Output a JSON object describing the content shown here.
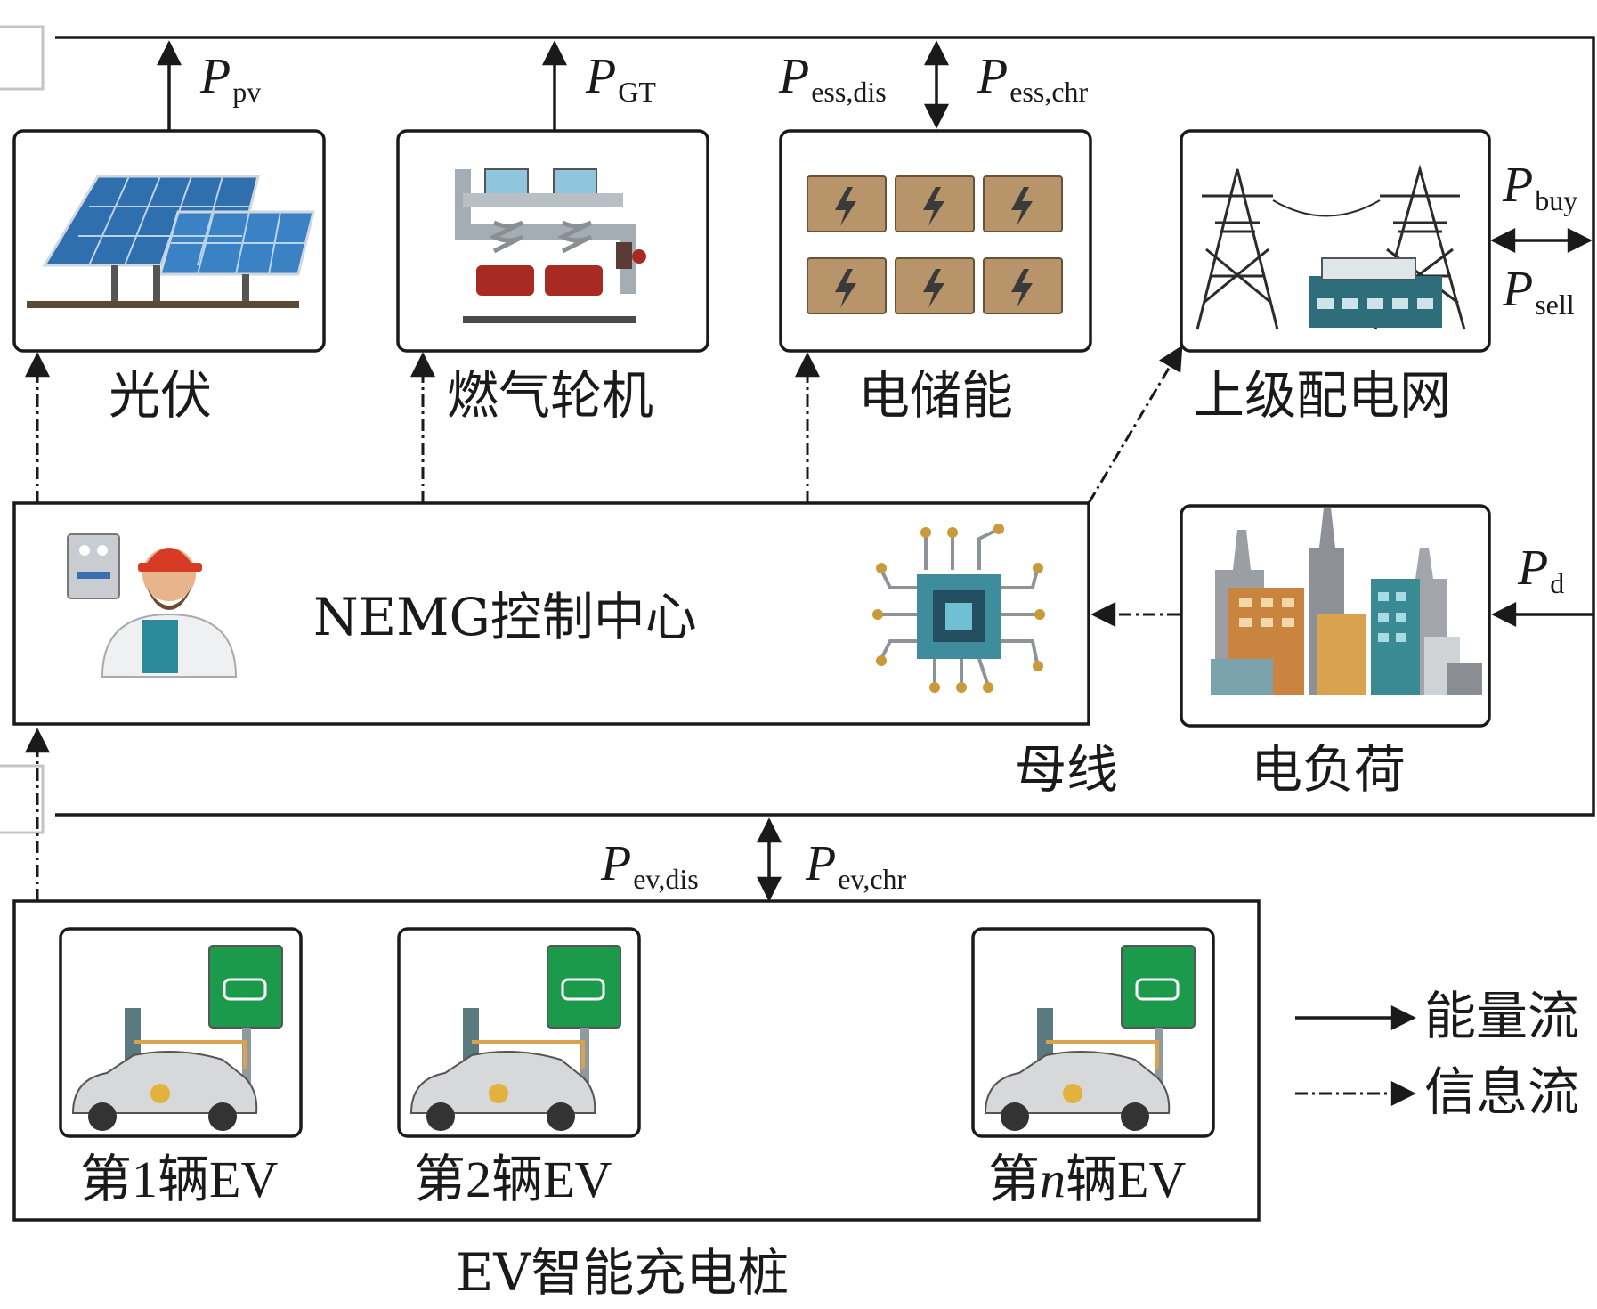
{
  "nodes": {
    "pv": "光伏",
    "gt": "燃气轮机",
    "ess": "电储能",
    "grid": "上级配电网",
    "control_center": "NEMG控制中心",
    "load": "电负荷",
    "bus": "母线",
    "charging_station": "EV智能充电桩"
  },
  "evs": [
    {
      "prefix": "第",
      "index": "1",
      "suffix": "辆EV"
    },
    {
      "prefix": "第",
      "index": "2",
      "suffix": "辆EV"
    },
    {
      "prefix": "第",
      "index": "n",
      "suffix": "辆EV"
    }
  ],
  "power_labels": {
    "pv": {
      "p": "P",
      "sub": "pv"
    },
    "gt": {
      "p": "P",
      "sub": "GT"
    },
    "ess_dis": {
      "p": "P",
      "sub": "ess,dis"
    },
    "ess_chr": {
      "p": "P",
      "sub": "ess,chr"
    },
    "buy": {
      "p": "P",
      "sub": "buy"
    },
    "sell": {
      "p": "P",
      "sub": "sell"
    },
    "d": {
      "p": "P",
      "sub": "d"
    },
    "ev_dis": {
      "p": "P",
      "sub": "ev,dis"
    },
    "ev_chr": {
      "p": "P",
      "sub": "ev,chr"
    }
  },
  "legend": {
    "energy_flow": "能量流",
    "info_flow": "信息流"
  },
  "icons": {
    "pv": "solar-panel-icon",
    "gt": "gas-turbine-icon",
    "ess": "battery-bank-icon",
    "grid": "transmission-tower-icon",
    "operator": "engineer-icon",
    "chip": "chip-icon",
    "load": "city-buildings-icon",
    "ev": "ev-charger-car-icon"
  },
  "colors": {
    "line": "#1a1a1a",
    "solar": "#2f6fae",
    "battery": "#b8946a",
    "charger_sign": "#1a9a4a",
    "helmet": "#d63b25"
  }
}
